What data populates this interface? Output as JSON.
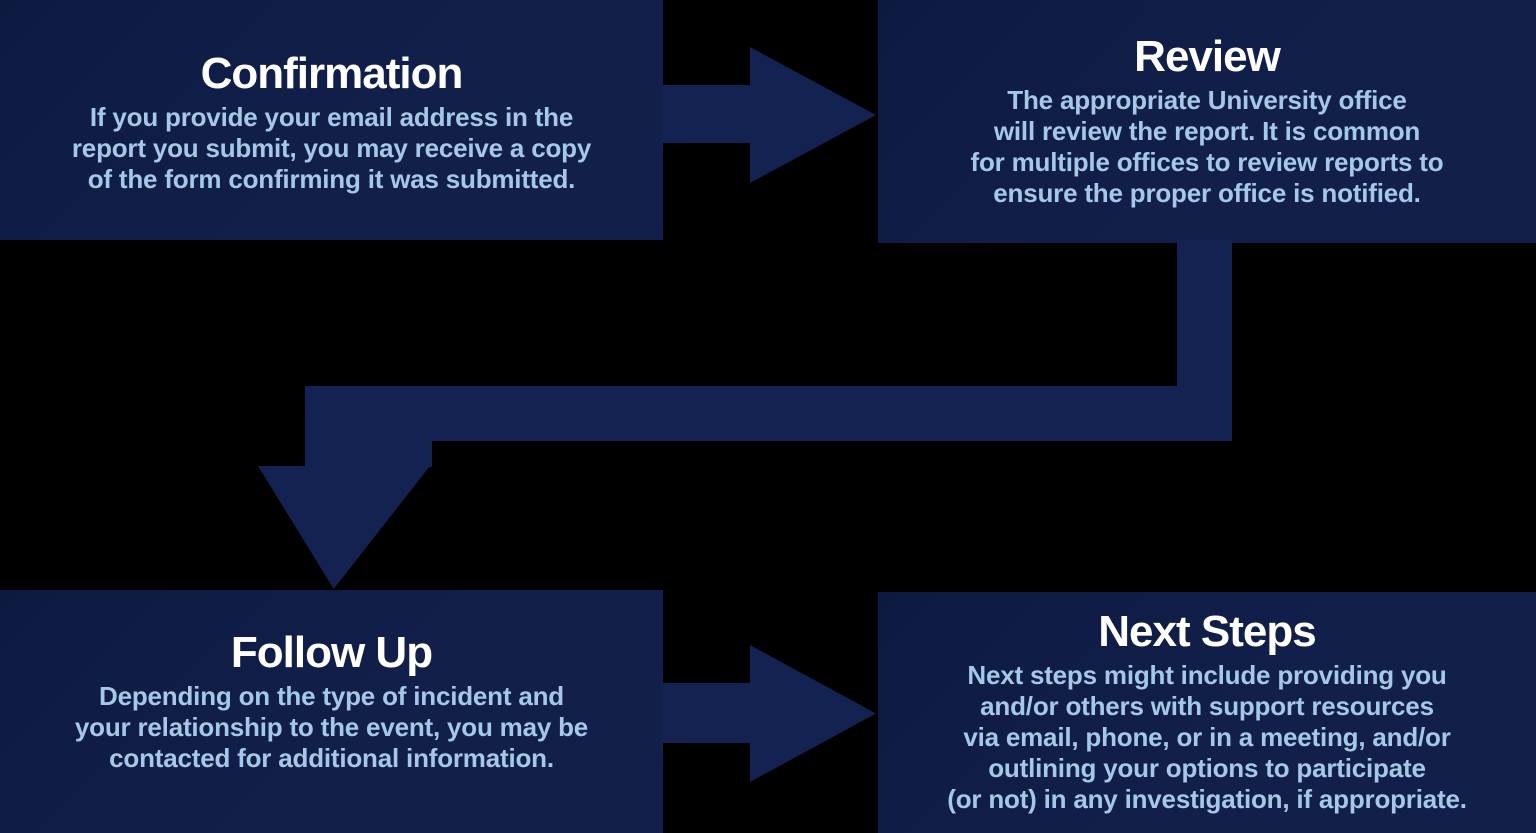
{
  "flowchart": {
    "steps": [
      {
        "title": "Confirmation",
        "body": [
          "If you provide your email address in the",
          "report you submit, you may receive a copy",
          "of the form confirming it was submitted."
        ]
      },
      {
        "title": "Review",
        "body": [
          "The appropriate University office",
          "will review the report. It is common",
          "for multiple offices to review reports to",
          "ensure the proper office is notified."
        ]
      },
      {
        "title": "Follow Up",
        "body": [
          "Depending on the type of incident and",
          "your relationship to the event, you may be",
          "contacted for additional information."
        ]
      },
      {
        "title": "Next Steps",
        "body": [
          "Next steps might include providing you",
          "and/or others with support resources",
          "via email, phone, or in a meeting, and/or",
          "outlining your options to participate",
          "(or not) in any investigation, if appropriate."
        ]
      }
    ],
    "connectors": [
      {
        "type": "arrow-right",
        "from": "Confirmation",
        "to": "Review"
      },
      {
        "type": "elbow-arrow-down",
        "from": "Review",
        "to": "Follow Up"
      },
      {
        "type": "arrow-right",
        "from": "Follow Up",
        "to": "Next Steps"
      }
    ],
    "colors": {
      "background": "#000000",
      "panel": "#121f4b",
      "panel_edge": "#0d1a40",
      "arrow": "#132250",
      "heading_text": "#ffffff",
      "body_text": "#a5c8e6"
    }
  }
}
